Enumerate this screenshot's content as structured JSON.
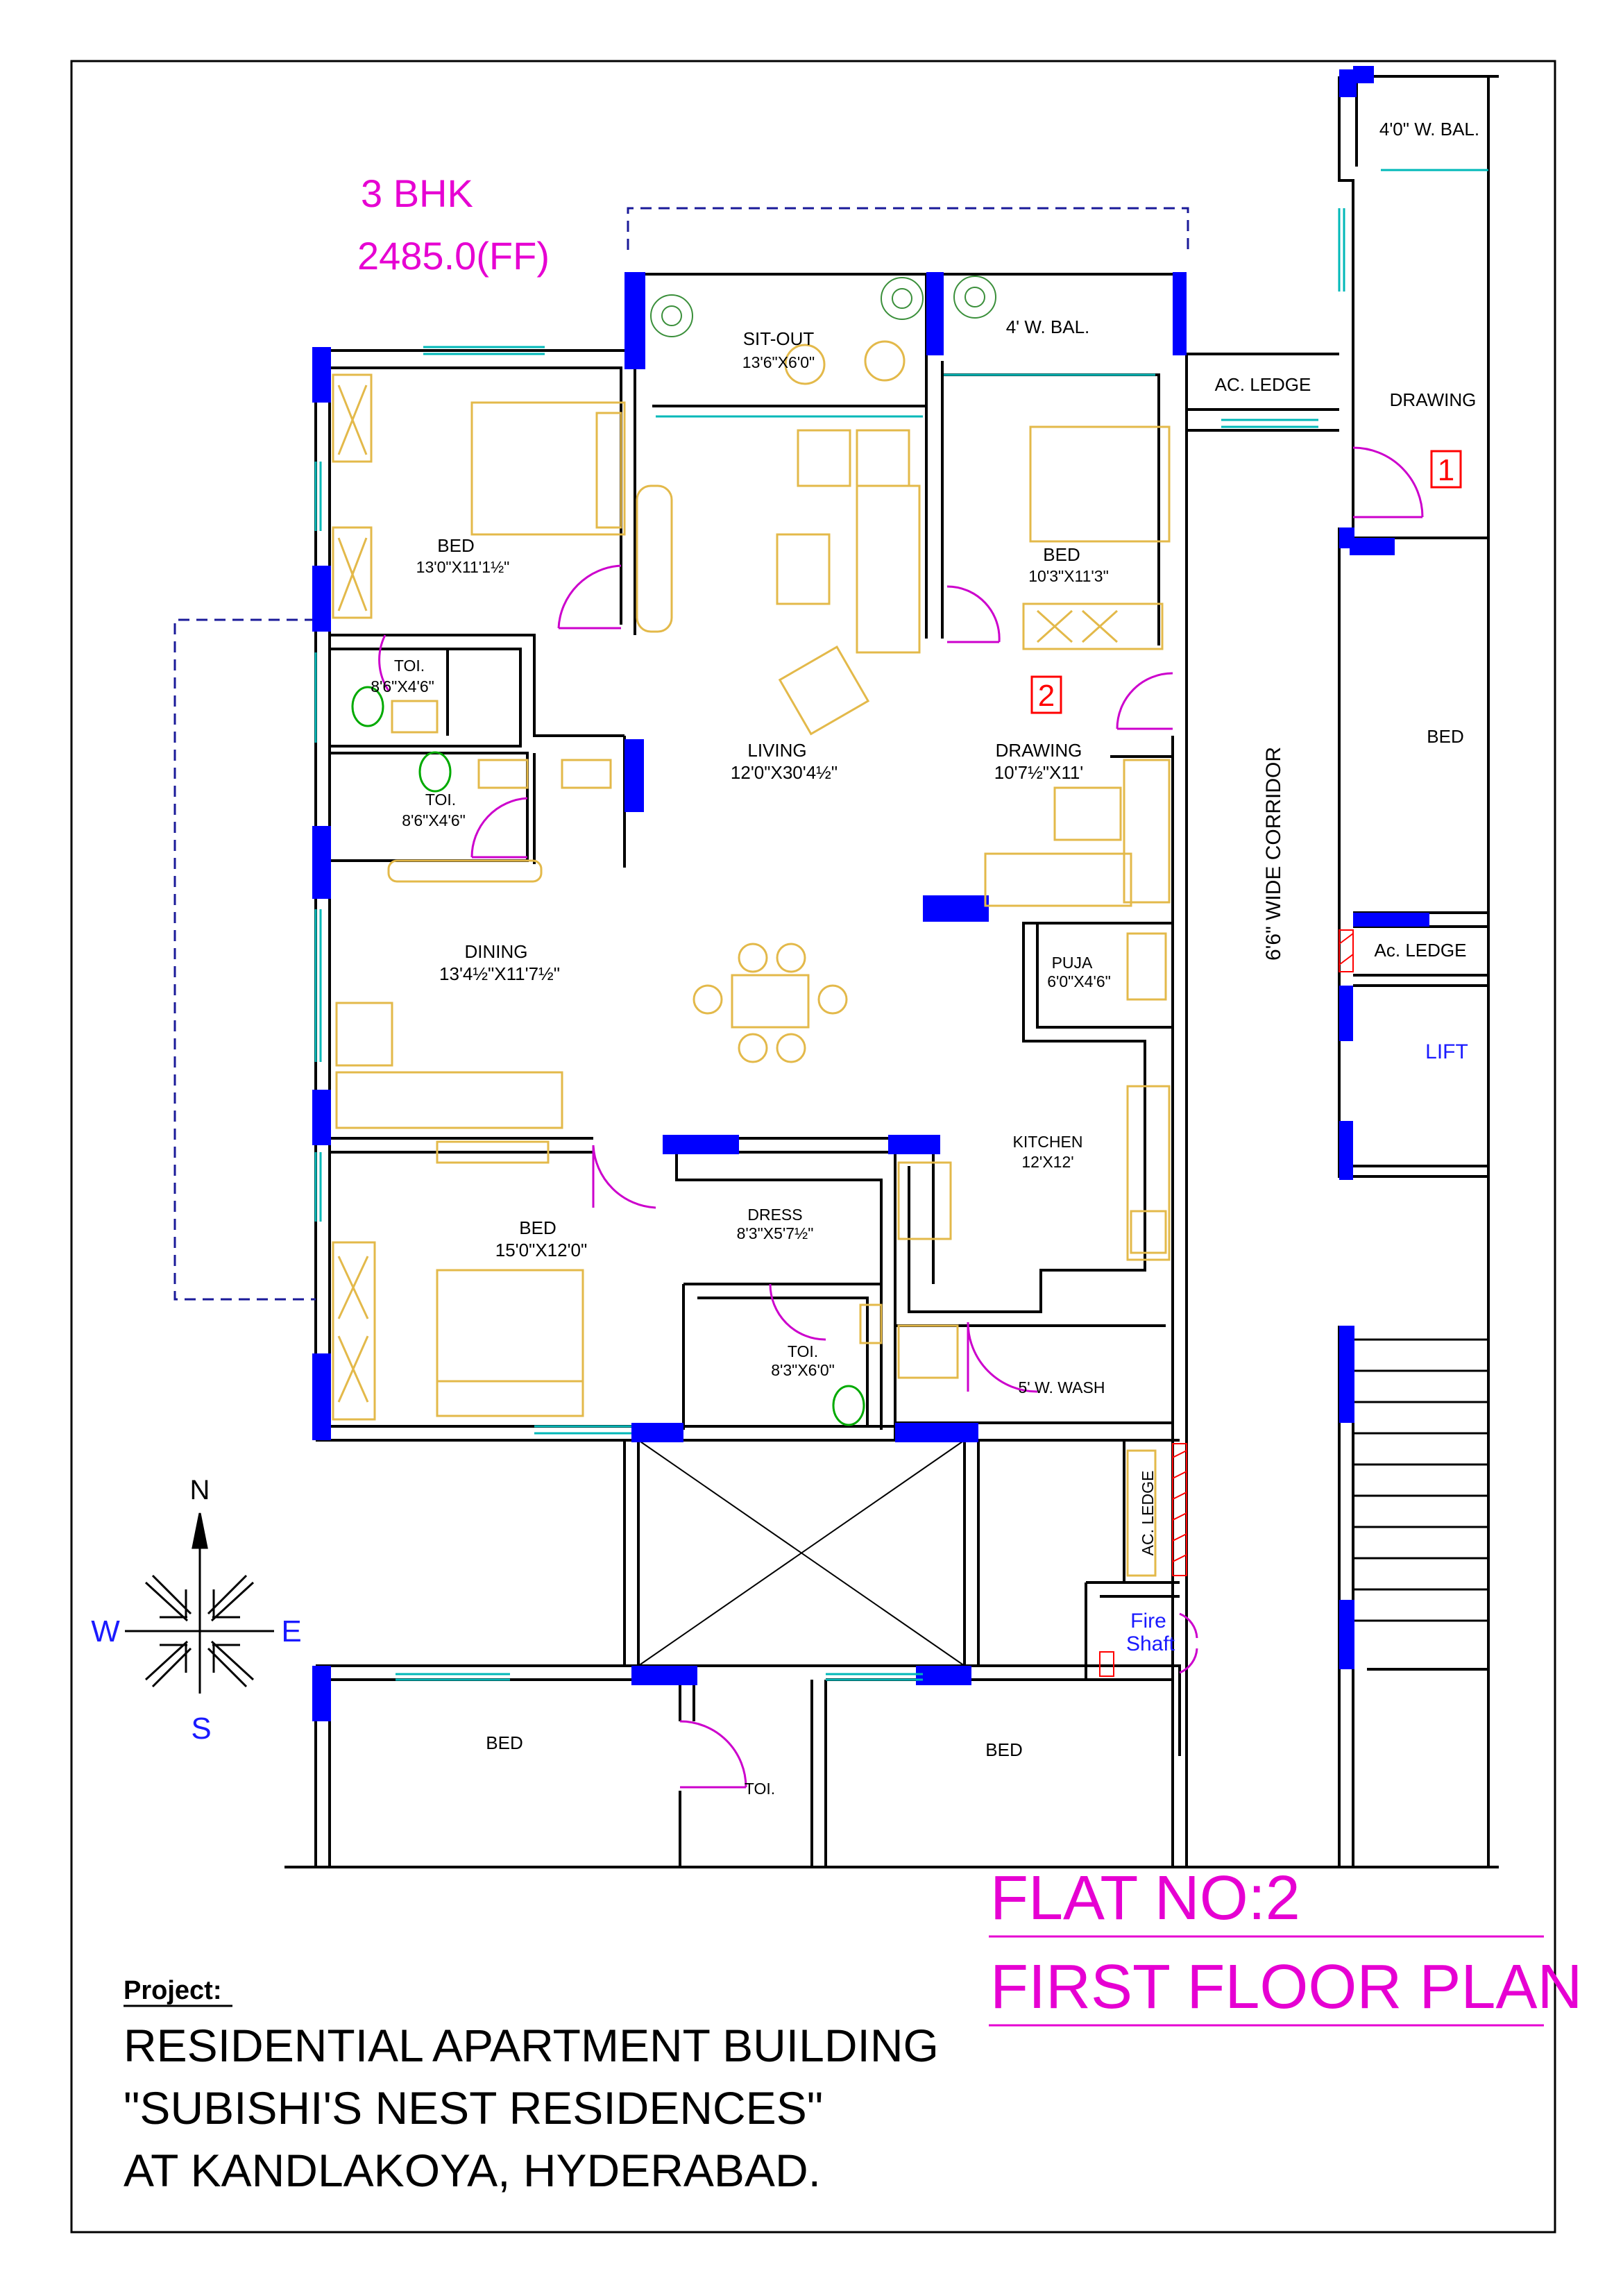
{
  "header": {
    "type": "3 BHK",
    "area": "2485.0(FF)"
  },
  "rooms": {
    "sitout": {
      "name": "SIT-OUT",
      "dim": "13'6\"X6'0\""
    },
    "balcony4": {
      "name": "4' W. BAL."
    },
    "ac_ledge_top": {
      "name": "AC. LEDGE"
    },
    "bed_nw": {
      "name": "BED",
      "dim": "13'0\"X11'1½\""
    },
    "bed_ne": {
      "name": "BED",
      "dim": "10'3\"X11'3\""
    },
    "toi1": {
      "name": "TOI.",
      "dim": "8'6\"X4'6\""
    },
    "toi2": {
      "name": "TOI.",
      "dim": "8'6\"X4'6\""
    },
    "living": {
      "name": "LIVING",
      "dim": "12'0\"X30'4½\""
    },
    "drawing": {
      "name": "DRAWING",
      "dim": "10'7½\"X11'"
    },
    "dining": {
      "name": "DINING",
      "dim": "13'4½\"X11'7½\""
    },
    "puja": {
      "name": "PUJA",
      "dim": "6'0\"X4'6\""
    },
    "kitchen": {
      "name": "KITCHEN",
      "dim": "12'X12'"
    },
    "dress": {
      "name": "DRESS",
      "dim": "8'3\"X5'7½\""
    },
    "bed_sw": {
      "name": "BED",
      "dim": "15'0\"X12'0\""
    },
    "toi3": {
      "name": "TOI.",
      "dim": "8'3\"X6'0\""
    },
    "wash": {
      "name": "5' W. WASH"
    },
    "ac_ledge_v": {
      "name": "AC. LEDGE"
    },
    "fire_shaft": {
      "line1": "Fire",
      "line2": "Shaft"
    },
    "corridor": {
      "name": "6'6\" WIDE CORRIDOR"
    },
    "bed_s1": {
      "name": "BED"
    },
    "bed_s2": {
      "name": "BED"
    },
    "toi_s": {
      "name": "TOI."
    },
    "right_balcony": {
      "name": "4'0\" W. BAL."
    },
    "right_drawing": {
      "name": "DRAWING"
    },
    "right_bed": {
      "name": "BED"
    },
    "right_ac": {
      "name": "Ac. LEDGE"
    },
    "lift": {
      "name": "LIFT"
    }
  },
  "flat_markers": {
    "one": "1",
    "two": "2"
  },
  "compass": {
    "n": "N",
    "s": "S",
    "e": "E",
    "w": "W"
  },
  "title": {
    "flat": "FLAT NO:2",
    "floor": "FIRST FLOOR PLAN"
  },
  "project": {
    "label": "Project:",
    "line1": "RESIDENTIAL APARTMENT BUILDING",
    "line2": "\"SUBISHI'S NEST RESIDENCES\"",
    "line3": "AT KANDLAKOYA, HYDERABAD."
  },
  "colors": {
    "wall": "#000000",
    "column": "#0000ff",
    "door": "#cc00cc",
    "furniture": "#e3b94a",
    "window": "#00b8b8",
    "title": "#e600d2",
    "label_blue": "#1a1aff"
  }
}
